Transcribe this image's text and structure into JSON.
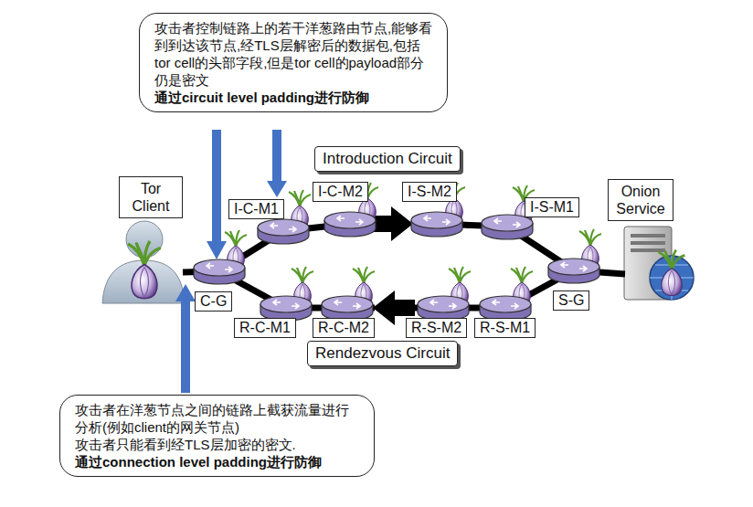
{
  "diagram": {
    "nodes": [
      {
        "text": [
          "攻击者控制链路上的若干洋葱路由节点,能够看到到达该节点,经TLS层解密后的数据包,包括tor cell的头部字段,但是tor cell的payload部分仍是密文",
          "通过circuit level padding进行防御"
        ]
      },
      {
        "text": [
          "Introduction Circuit"
        ]
      },
      {
        "text": [
          "Tor Client"
        ]
      },
      {
        "text": [
          "I-C-M1"
        ]
      },
      {
        "text": [
          "I-C-M2"
        ]
      },
      {
        "text": [
          "I-S-M2"
        ]
      },
      {
        "text": [
          "I-S-M1"
        ]
      },
      {
        "text": [
          "Onion Service"
        ]
      },
      {
        "text": [
          "C-G"
        ]
      },
      {
        "text": [
          "S-G"
        ]
      },
      {
        "text": [
          "R-C-M1"
        ]
      },
      {
        "text": [
          "R-C-M2"
        ]
      },
      {
        "text": [
          "R-S-M2"
        ]
      },
      {
        "text": [
          "R-S-M1"
        ]
      },
      {
        "text": [
          "Rendezvous Circuit"
        ]
      },
      {
        "text": [
          "攻击者在洋葱节点之间的链路上截获流量进行分析(例如client的网关节点)",
          "攻击者只能看到经TLS层加密的密文.",
          "通过connection level padding进行防御"
        ]
      }
    ]
  }
}
